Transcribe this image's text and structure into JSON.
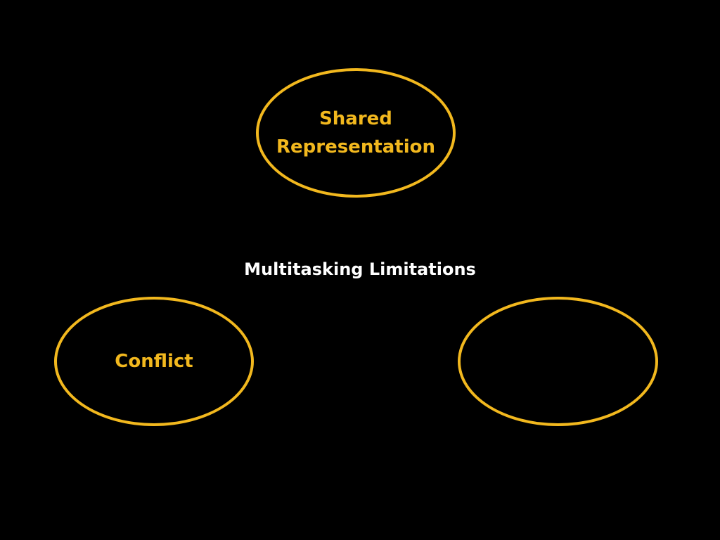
{
  "colors": {
    "background": "#000000",
    "accent": "#F2B81E",
    "text": "#FFFFFF"
  },
  "center": {
    "title": "Multitasking Limitations"
  },
  "nodes": {
    "top": {
      "label_line1": "Shared",
      "label_line2": "Representation"
    },
    "left": {
      "label": "Conflict"
    },
    "right": {
      "label": ""
    }
  }
}
